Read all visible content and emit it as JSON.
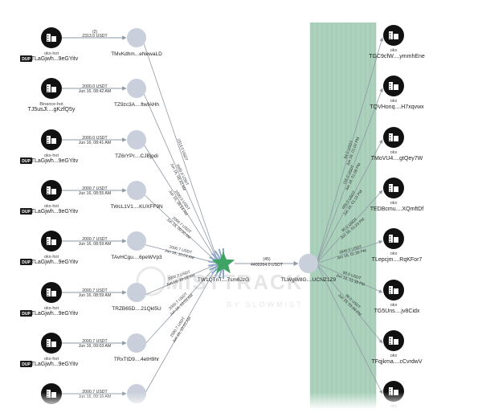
{
  "left_column": [
    {
      "exchange": "okx-hot",
      "dup": "DUP",
      "address": "TLaGjwh...9eGYitv",
      "amount": "2313.0 USDT",
      "time": "",
      "count": "(2)",
      "target": "TMvKdhm...eNewaLD"
    },
    {
      "exchange": "Binance-hot",
      "dup": "",
      "address": "TJ5usJl....gKzfQ5y",
      "amount": "2000.0 USDT",
      "time": "Jun 16, 08:42 AM",
      "count": "",
      "target": "TZ9zc3A....ftwfAHh"
    },
    {
      "exchange": "okx-hot",
      "dup": "DUP",
      "address": "TLaGjwh...9eGYitv",
      "amount": "2000.0 USDT",
      "time": "Jun 16, 08:41 AM",
      "count": "",
      "target": "TZ6rYPr....CJBjpdi"
    },
    {
      "exchange": "okx-hot",
      "dup": "DUP",
      "address": "TLaGjwh...9eGYitv",
      "amount": "2000.7 USDT",
      "time": "Jun 16, 08:55 AM",
      "count": "",
      "target": "TWcL1V1....KUXFF9N"
    },
    {
      "exchange": "okx-hot",
      "dup": "DUP",
      "address": "TLaGjwh...9eGYitv",
      "amount": "2000.7 USDT",
      "time": "Jun 16, 08:59 AM",
      "count": "",
      "target": "TAvHCgu....6peWVp3"
    },
    {
      "exchange": "okx-hot",
      "dup": "DUP",
      "address": "TLaGjwh...9eGYitv",
      "amount": "2000.7 USDT",
      "time": "Jun 16, 08:59 AM",
      "count": "",
      "target": "TRZB65D....21Qkl5U"
    },
    {
      "exchange": "okx-hot",
      "dup": "DUP",
      "address": "TLaGjwh...9eGYitv",
      "amount": "2000.7 USDT",
      "time": "Jun 16, 09:03 AM",
      "count": "",
      "target": "TRxTtD9....4etH9hr"
    },
    {
      "exchange": "",
      "dup": "DUP",
      "address": "TLaGjwh...9eGYitv",
      "amount": "2000.7 USDT",
      "time": "Jun 16, 09:16 AM",
      "count": "",
      "target": ""
    }
  ],
  "fan_edge_labels": [
    "2313.0 USDT",
    "2000.0 USDT",
    "2000.0 USDT",
    "2000.7 USDT",
    "2000.7 USDT",
    "2000.7 USDT",
    "2000.7 USDT",
    "2000.7 USDT"
  ],
  "fan_edge_times": [
    "",
    "Jun 16, 08:43 AM",
    "Jun 16, 08:54 AM",
    "Jun 16, 09:00 AM",
    "Jun 16, 10:03 AM",
    "Jun 16, 10:03 AM",
    "Jun 16, 10:03 AM",
    "Jun 16, 10:03 AM"
  ],
  "hub": {
    "label": "TW1QTnT....7sm6JzG",
    "color": "#3fa463"
  },
  "main_edge": {
    "count": "(45)",
    "amount": "4400264.0 USDT"
  },
  "collector": {
    "label": "TLWgW8G....UCNZ1Z9"
  },
  "right_column": [
    {
      "exchange": "okx",
      "address": "TGC9cfW....ymmhEne",
      "amount": "94.0 USDT",
      "time": "Jun 16, 01:02 PM"
    },
    {
      "exchange": "okx",
      "address": "TQVHonq....H7xqvwx",
      "amount": "116.0 USDT",
      "time": "Jun 16, 01:08 PM"
    },
    {
      "exchange": "okx",
      "address": "TMoVU4....gtQey7W",
      "amount": "465.0 USDT",
      "time": "Jun 16, 01:15 PM"
    },
    {
      "exchange": "okx",
      "address": "TEDBcmu....XQmftDf",
      "amount": "90.0 USDT",
      "time": "Jun 16, 01:23 PM"
    },
    {
      "exchange": "okx",
      "address": "TLepcjm....RqKFor7",
      "amount": "1840.0 USDT",
      "time": "Jun 16, 01:39 PM"
    },
    {
      "exchange": "okx",
      "address": "TG5Uns....jv8Cidx",
      "amount": "90.0 USDT",
      "time": "Jun 16, 01:39 PM"
    },
    {
      "exchange": "okx",
      "address": "TFqjkma....cCvrdwV",
      "amount": "90.0 USDT",
      "time": "Jun 16, 01:39 PM"
    },
    {
      "exchange": "okx",
      "address": "",
      "amount": "",
      "time": ""
    }
  ],
  "watermark": {
    "text": "MISTTRACK",
    "sub": "BY SLOWMIST"
  },
  "colors": {
    "node_grey": "#c9d0db",
    "edge": "#8f9aa6",
    "green_band": "#9cc9b0",
    "black_node": "#111111",
    "dup_bg": "#1a1a1a"
  }
}
